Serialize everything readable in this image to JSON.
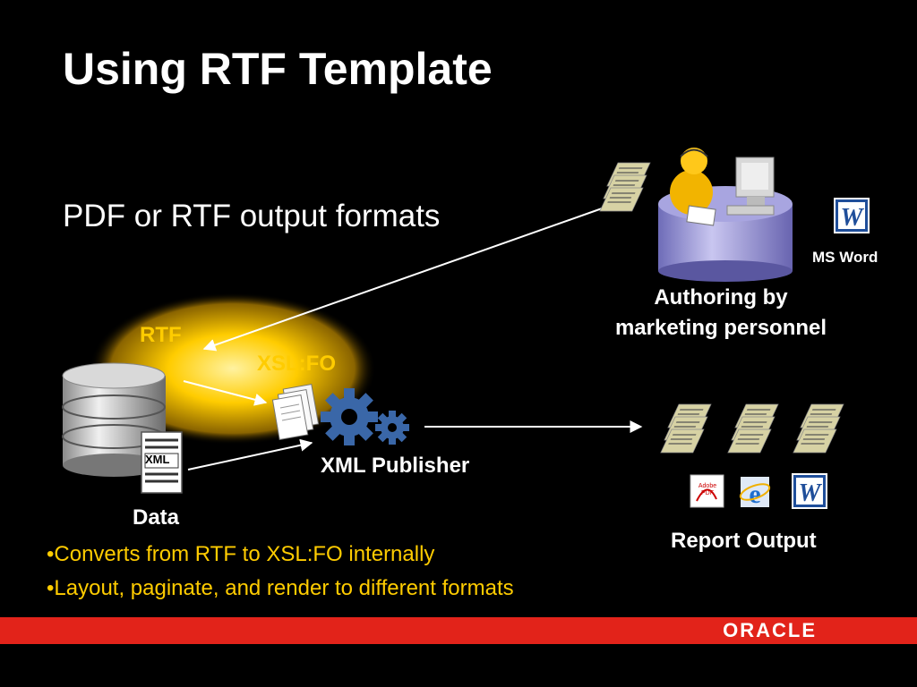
{
  "slide": {
    "title": "Using RTF Template",
    "subtitle": "PDF or RTF output formats"
  },
  "diagram": {
    "rtf_label": "RTF",
    "xslfo_label": "XSL:FO",
    "xml_icon_text": "XML",
    "data_label": "Data",
    "publisher_label": "XML Publisher",
    "msword_label": "MS Word",
    "authoring_label_line1": "Authoring by",
    "authoring_label_line2": "marketing personnel",
    "report_output_label": "Report Output",
    "adobe_pdf_text": "Adobe PDF",
    "word_letter": "W"
  },
  "bullets": [
    "•Converts from RTF to XSL:FO internally",
    "•Layout, paginate, and render to different formats"
  ],
  "footer": {
    "brand": "ORACLE"
  },
  "colors": {
    "background": "#000000",
    "accent_yellow": "#ffcc00",
    "footer_red": "#e2231a",
    "gear_blue": "#3a67a8"
  }
}
